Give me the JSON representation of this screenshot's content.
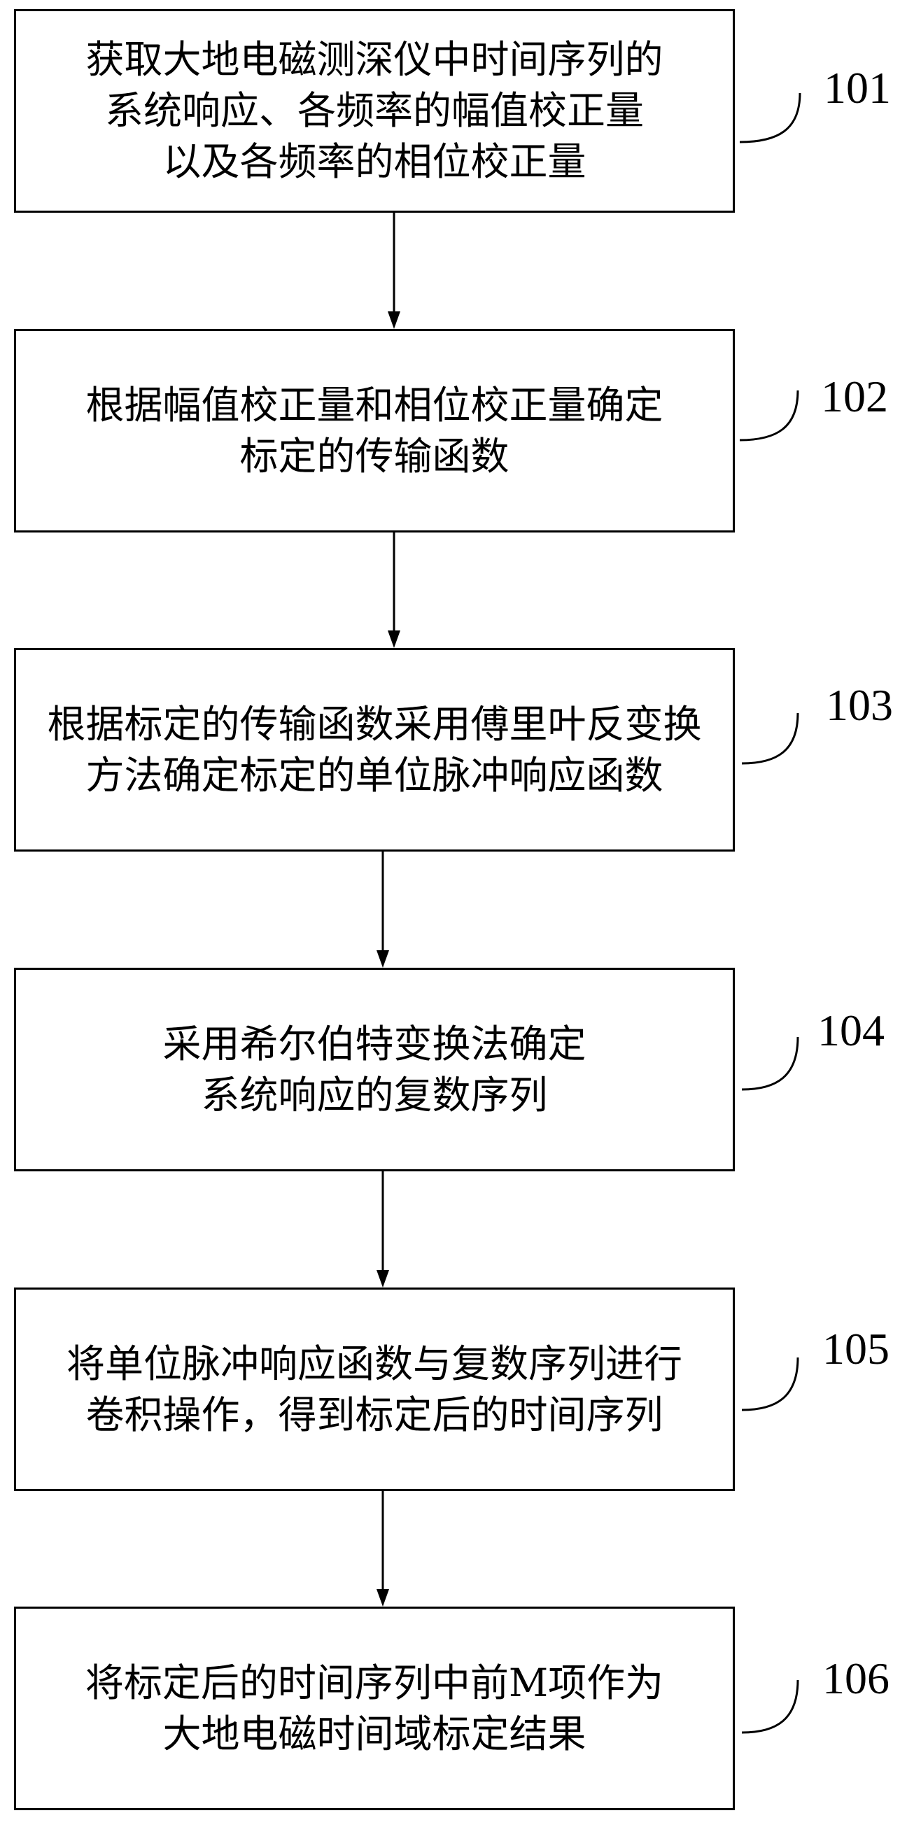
{
  "steps": [
    {
      "number": "101",
      "lines": [
        "获取大地电磁测深仪中时间序列的",
        "系统响应、各频率的幅值校正量",
        "以及各频率的相位校正量"
      ]
    },
    {
      "number": "102",
      "lines": [
        "根据幅值校正量和相位校正量确定",
        "标定的传输函数"
      ]
    },
    {
      "number": "103",
      "lines": [
        "根据标定的传输函数采用傅里叶反变换",
        "方法确定标定的单位脉冲响应函数"
      ]
    },
    {
      "number": "104",
      "lines": [
        "采用希尔伯特变换法确定",
        "系统响应的复数序列"
      ]
    },
    {
      "number": "105",
      "lines": [
        "将单位脉冲响应函数与复数序列进行",
        "卷积操作，得到标定后的时间序列"
      ]
    },
    {
      "number": "106",
      "lines": [
        "将标定后的时间序列中前M项作为",
        "大地电磁时间域标定结果"
      ]
    }
  ],
  "colors": {
    "stroke": "#000000",
    "background": "#ffffff"
  }
}
